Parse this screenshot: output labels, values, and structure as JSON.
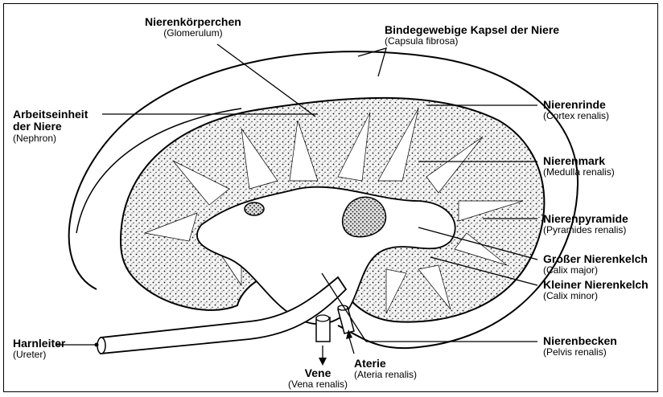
{
  "figure": {
    "labels": {
      "glomerulum": {
        "name": "Nierenkörperchen",
        "latin": "(Glomerulum)"
      },
      "kapsel": {
        "name": "Bindegewebige Kapsel der Niere",
        "latin": "(Capsula fibrosa)"
      },
      "nephron": {
        "name_line1": "Arbeitseinheit",
        "name_line2": "der Niere",
        "latin": "(Nephron)"
      },
      "nierenrinde": {
        "name": "Nierenrinde",
        "latin": "(Cortex renalis)"
      },
      "nierenmark": {
        "name": "Nierenmark",
        "latin": "(Medulla renalis)"
      },
      "nierenpyramide": {
        "name": "Nierenpyramide",
        "latin": "(Pyramides renalis)"
      },
      "grosser_kelch": {
        "name": "Großer Nierenkelch",
        "latin": "(Calix major)"
      },
      "kleiner_kelch": {
        "name": "Kleiner Nierenkelch",
        "latin": "(Calix minor)"
      },
      "harnleiter": {
        "name": "Harnleiter",
        "latin": "(Ureter)"
      },
      "nierenbecken": {
        "name": "Nierenbecken",
        "latin": "(Pelvis renalis)"
      },
      "vene": {
        "name": "Vene",
        "latin": "(Vena renalis)"
      },
      "aterie": {
        "name": "Aterie",
        "latin": "(Ateria renalis)"
      }
    },
    "colors": {
      "ink": "#000000",
      "paper": "#ffffff",
      "tissue": "#f2f2f2"
    }
  }
}
